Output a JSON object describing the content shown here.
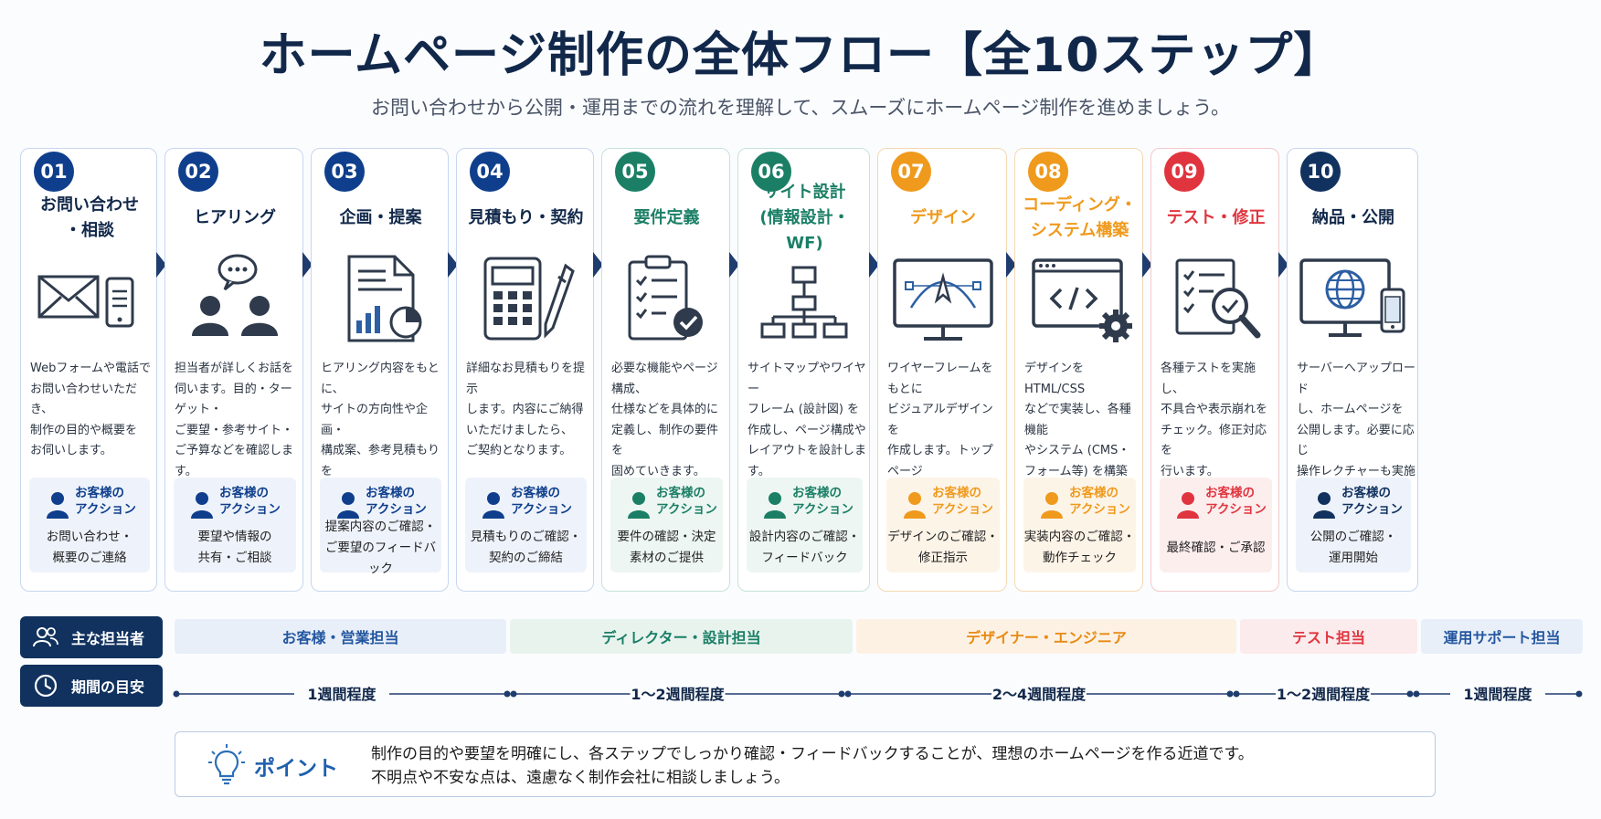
{
  "title": "ホームページ制作の全体フロー【全10ステップ】",
  "subtitle": "お問い合わせから公開・運用までの流れを理解して、スムーズにホームページ制作を進めましょう。",
  "steps": [
    {
      "num": "01",
      "title": "お問い合わせ\n・相談",
      "icon": "mail-phone-icon",
      "color": "#0f3f8c",
      "tint": "#eef3fb",
      "border": "#c7d7ee",
      "desc": "Webフォームや電話で\nお問い合わせいただき、\n制作の目的や概要を\nお伺いします。",
      "action_label": "お客様の\nアクション",
      "action": "お問い合わせ・\n概要のご連絡"
    },
    {
      "num": "02",
      "title": "ヒアリング",
      "icon": "hearing-people-icon",
      "color": "#0f3f8c",
      "tint": "#eef3fb",
      "border": "#c7d7ee",
      "desc": "担当者が詳しくお話を\n伺います。目的・ターゲット・\nご要望・参考サイト・\nご予算などを確認します。",
      "action_label": "お客様の\nアクション",
      "action": "要望や情報の\n共有・ご相談"
    },
    {
      "num": "03",
      "title": "企画・提案",
      "icon": "proposal-document-icon",
      "color": "#0f3f8c",
      "tint": "#eef3fb",
      "border": "#c7d7ee",
      "desc": "ヒアリング内容をもとに、\nサイトの方向性や企画・\n構成案、参考見積もりを\nご提案します。",
      "action_label": "お客様の\nアクション",
      "action": "提案内容のご確認・\nご要望のフィードバック"
    },
    {
      "num": "04",
      "title": "見積もり・契約",
      "icon": "calculator-pen-icon",
      "color": "#0f3f8c",
      "tint": "#eef3fb",
      "border": "#c7d7ee",
      "desc": "詳細なお見積もりを提示\nします。内容にご納得\nいただけましたら、\nご契約となります。",
      "action_label": "お客様の\nアクション",
      "action": "見積もりのご確認・\n契約のご締結"
    },
    {
      "num": "05",
      "title": "要件定義",
      "icon": "checklist-icon",
      "color": "#1b7f66",
      "tint": "#edf6f2",
      "border": "#c7e3d8",
      "desc": "必要な機能やページ構成、\n仕様などを具体的に\n定義し、制作の要件を\n固めていきます。",
      "action_label": "お客様の\nアクション",
      "action": "要件の確認・決定\n素材のご提供"
    },
    {
      "num": "06",
      "title": "サイト設計\n(情報設計・WF)",
      "icon": "sitemap-icon",
      "color": "#1b7f66",
      "tint": "#edf6f2",
      "border": "#c7e3d8",
      "desc": "サイトマップやワイヤー\nフレーム (設計図) を\n作成し、ページ構成や\nレイアウトを設計します。",
      "action_label": "お客様の\nアクション",
      "action": "設計内容のご確認・\nフィードバック"
    },
    {
      "num": "07",
      "title": "デザイン",
      "icon": "design-monitor-icon",
      "color": "#ef9a1d",
      "tint": "#fdf4e8",
      "border": "#f3d9b3",
      "desc": "ワイヤーフレームをもとに\nビジュアルデザインを\n作成します。トップページ\nから順にデザインを確定\nしていきます。",
      "action_label": "お客様の\nアクション",
      "action": "デザインのご確認・\n修正指示"
    },
    {
      "num": "08",
      "title": "コーディング・\nシステム構築",
      "icon": "code-gear-icon",
      "color": "#ef9a1d",
      "tint": "#fdf4e8",
      "border": "#f3d9b3",
      "desc": "デザインをHTML/CSS\nなどで実装し、各種機能\nやシステム (CMS・\nフォーム等) を構築\nします。",
      "action_label": "お客様の\nアクション",
      "action": "実装内容のご確認・\n動作チェック"
    },
    {
      "num": "09",
      "title": "テスト・修正",
      "icon": "test-magnifier-icon",
      "color": "#e0353f",
      "tint": "#fdeeee",
      "border": "#f2c9cc",
      "desc": "各種テストを実施し、\n不具合や表示崩れを\nチェック。修正対応を\n行います。",
      "action_label": "お客様の\nアクション",
      "action": "最終確認・ご承認"
    },
    {
      "num": "10",
      "title": "納品・公開",
      "icon": "globe-monitor-icon",
      "color": "#11325f",
      "tint": "#eef3fb",
      "border": "#c7d7ee",
      "desc": "サーバーへアップロード\nし、ホームページを\n公開します。必要に応じ\n操作レクチャーも実施\nします。",
      "action_label": "お客様の\nアクション",
      "action": "公開のご確認・\n運用開始"
    }
  ],
  "rows": {
    "owner_label": "主な担当者",
    "owner_icon": "people-icon",
    "period_label": "期間の目安",
    "period_icon": "clock-icon"
  },
  "owners": [
    {
      "label": "お客様・営業担当",
      "color": "#2457a0",
      "bg": "#e9eff8"
    },
    {
      "label": "ディレクター・設計担当",
      "color": "#1b7f66",
      "bg": "#e8f3ee"
    },
    {
      "label": "デザイナー・エンジニア",
      "color": "#e88a12",
      "bg": "#fdf1e3"
    },
    {
      "label": "テスト担当",
      "color": "#e0353f",
      "bg": "#fcebec"
    },
    {
      "label": "運用サポート担当",
      "color": "#2457a0",
      "bg": "#e9eff8"
    }
  ],
  "periods": [
    "1週間程度",
    "1〜2週間程度",
    "2〜4週間程度",
    "1〜2週間程度",
    "1週間程度"
  ],
  "point": {
    "label": "ポイント",
    "icon": "lightbulb-icon",
    "text": "制作の目的や要望を明確にし、各ステップでしっかり確認・フィードバックすることが、理想のホームページを作る近道です。\n不明点や不安な点は、遠慮なく制作会社に相談しましょう。"
  }
}
